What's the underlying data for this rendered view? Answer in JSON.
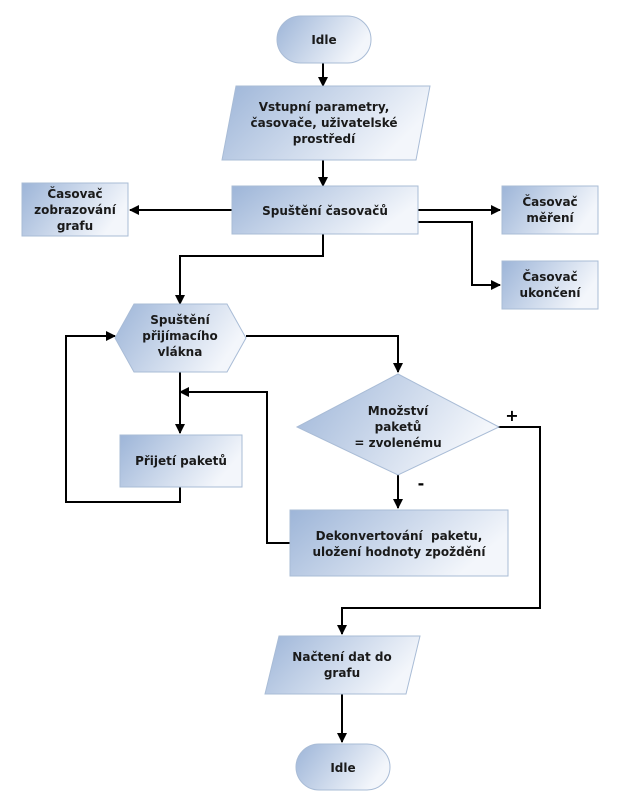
{
  "nodes": {
    "idle_top": "Idle",
    "input_params": [
      "Vstupní parametry,",
      "časovače, uživatelské",
      "prostředí"
    ],
    "start_timers": "Spuštění časovačů",
    "timer_graph": [
      "Časovač",
      "zobrazování",
      "grafu"
    ],
    "timer_measure": [
      "Časovač",
      "měření"
    ],
    "timer_end": [
      "Časovač",
      "ukončení"
    ],
    "start_thread": [
      "Spuštění",
      "přijímacího",
      "vlákna"
    ],
    "receive_packets": "Přijetí paketů",
    "decision": [
      "Množství",
      "paketů",
      "= zvolenému"
    ],
    "deconvert": [
      "Dekonvertování  paketu,",
      "uložení hodnoty zpoždění"
    ],
    "load_data": [
      "Načtení dat do",
      "grafu"
    ],
    "idle_bottom": "Idle"
  },
  "edge_labels": {
    "plus": "+",
    "minus": "-"
  },
  "colors": {
    "fill_dark": "#9db5d8",
    "fill_light": "#f3f6fb",
    "border": "#a9bcd6",
    "line": "#000000",
    "text": "#1a1a1a"
  }
}
